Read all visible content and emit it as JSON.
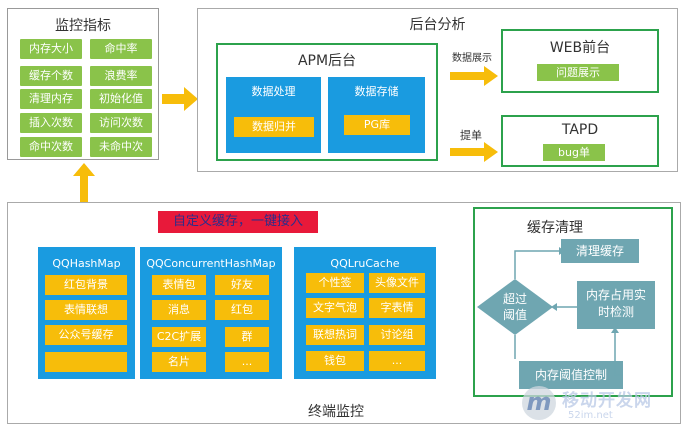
{
  "monitor": {
    "title": "监控指标",
    "metrics": [
      "内存大小",
      "命中率",
      "缓存个数",
      "浪费率",
      "清理内存",
      "初始化值",
      "插入次数",
      "访问次数",
      "命中次数",
      "未命中次"
    ]
  },
  "backend": {
    "title": "后台分析",
    "apm": {
      "title": "APM后台",
      "processing": "数据处理",
      "processing_item": "数据归并",
      "storage": "数据存储",
      "storage_item": "PG库"
    },
    "web": {
      "title": "WEB前台",
      "item": "问题展示",
      "arrow_label": "数据展示"
    },
    "tapd": {
      "title": "TAPD",
      "item": "bug单",
      "arrow_label": "提单"
    }
  },
  "terminal": {
    "title": "终端监控",
    "banner": "自定义缓存，一键接入",
    "hashmap": {
      "title": "QQHashMap",
      "items": [
        "红包背景",
        "表情联想",
        "公众号缓存",
        ""
      ]
    },
    "concurrent": {
      "title": "QQConcurrentHashMap",
      "items": [
        "表情包",
        "好友",
        "消息",
        "红包",
        "C2C扩展",
        "群",
        "名片",
        "..."
      ]
    },
    "lru": {
      "title": "QQLruCache",
      "items": [
        "个性签",
        "头像文件",
        "文字气泡",
        "字表情",
        "联想热词",
        "讨论组",
        "钱包",
        "..."
      ]
    }
  },
  "cleanup": {
    "title": "缓存清理",
    "clean": "清理缓存",
    "threshold": "超过\n阈值",
    "detect": "内存占用实时检测",
    "control": "内存阈值控制"
  },
  "watermark": {
    "brand": "m",
    "text": "移动开发网",
    "url": "52im.net"
  },
  "colors": {
    "green": "#8ac34a",
    "blue": "#1a9be0",
    "yellow": "#f7bd0a",
    "teal": "#6fa6b1",
    "border_green": "#2ca24c"
  }
}
